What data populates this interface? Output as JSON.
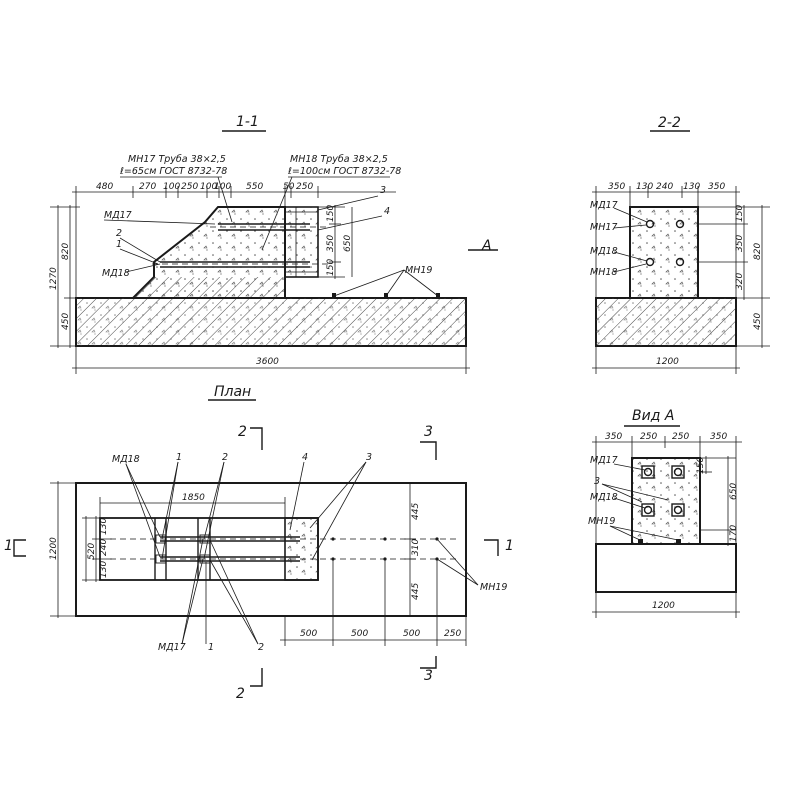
{
  "section11": {
    "title": "1-1",
    "note_mn17_line1": "МН17  Труба 38×2,5",
    "note_mn17_line2": "ℓ=65см ГОСТ 8732-78",
    "note_mn18_line1": "МН18  Труба 38×2,5",
    "note_mn18_line2": "ℓ=100см ГОСТ 8732-78",
    "dims_top": [
      "480",
      "270",
      "100",
      "250",
      "100",
      "100",
      "550",
      "50",
      "250"
    ],
    "dim_total_width": "3600",
    "dim_height_total": "1270",
    "dim_height_upper": "820",
    "dim_height_lower": "450",
    "dim_right_150a": "150",
    "dim_right_350": "350",
    "dim_right_150b": "150",
    "dim_right_650": "650",
    "labels": [
      "МД17",
      "2",
      "1",
      "МД18",
      "3",
      "4",
      "МН19"
    ],
    "view_mark": "А"
  },
  "section22": {
    "title": "2-2",
    "dims_top": [
      "350",
      "130",
      "240",
      "130",
      "350"
    ],
    "dim_width": "1200",
    "dim_right_150": "150",
    "dim_right_350": "350",
    "dim_right_320": "320",
    "dim_right_820": "820",
    "dim_right_450": "450",
    "labels": [
      "МД17",
      "МН17",
      "МД18",
      "МН18"
    ]
  },
  "plan": {
    "title": "План",
    "dim_1850": "1850",
    "dim_height": "1200",
    "dims_left": [
      "520",
      "130",
      "240",
      "130"
    ],
    "dims_right": [
      "445",
      "310",
      "445"
    ],
    "dims_bottom": [
      "500",
      "500",
      "500",
      "250"
    ],
    "labels_top": [
      "МД18",
      "1",
      "2",
      "4",
      "3"
    ],
    "labels_bottom": [
      "МД17",
      "1",
      "2",
      "МН19"
    ],
    "section_marks": [
      "2",
      "2",
      "3",
      "3",
      "1",
      "1"
    ]
  },
  "viewA": {
    "title": "Вид А",
    "dims_top": [
      "350",
      "250",
      "250",
      "350"
    ],
    "dim_width": "1200",
    "dim_right_150": "150",
    "dim_right_650": "650",
    "dim_right_170": "170",
    "labels": [
      "МД17",
      "3",
      "МД18",
      "МН19"
    ]
  }
}
